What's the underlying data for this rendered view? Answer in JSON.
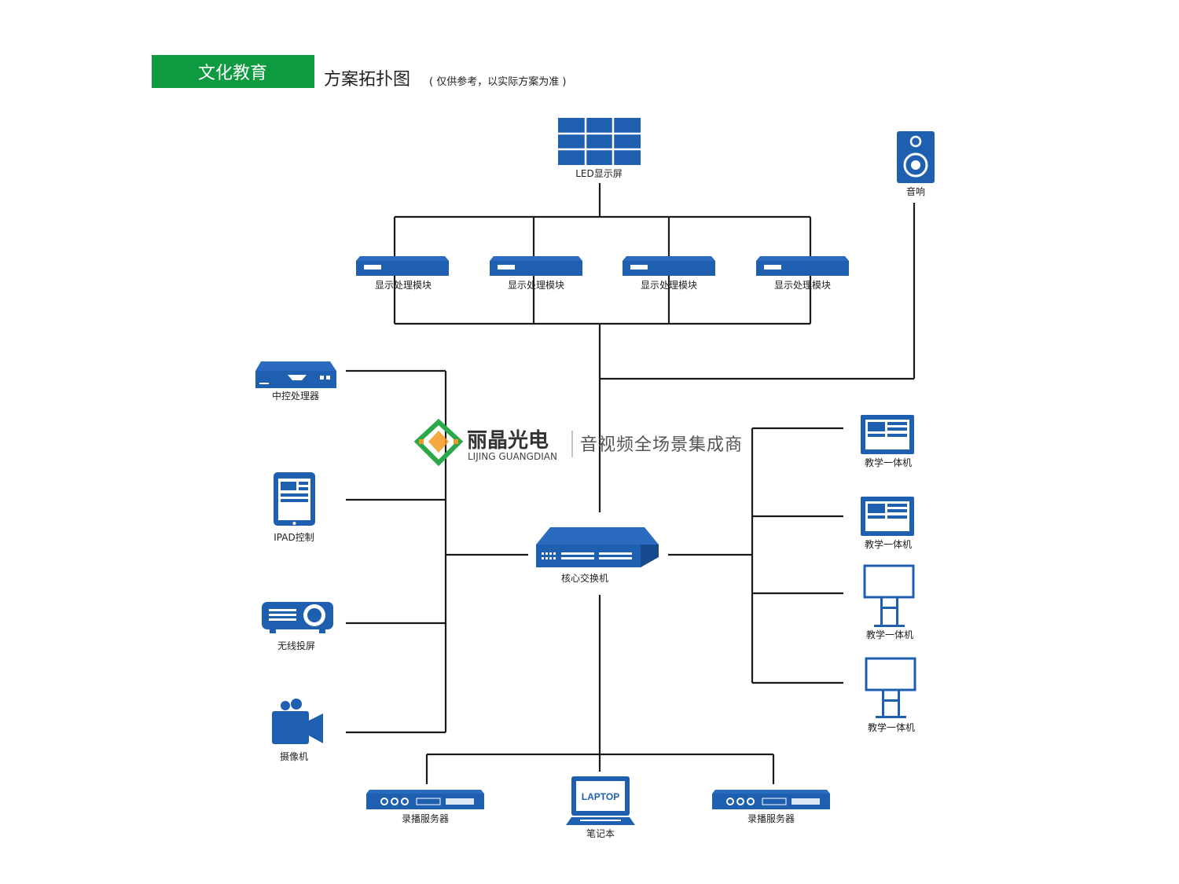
{
  "header": {
    "badge": "文化教育",
    "title": "方案拓扑图",
    "subtitle": "( 仅供参考，以实际方案为准 )",
    "badge_color": "#0e9a3e"
  },
  "watermark": {
    "brand_cn": "丽晶光电",
    "brand_en": "LIJING GUANGDIAN",
    "slogan": "音视频全场景集成商"
  },
  "nodes": {
    "led": "LED显示屏",
    "speaker": "音响",
    "proc1": "显示处理模块",
    "proc2": "显示处理模块",
    "proc3": "显示处理模块",
    "proc4": "显示处理模块",
    "central_ctrl": "中控处理器",
    "ipad": "IPAD控制",
    "projector": "无线投屏",
    "camera": "摄像机",
    "switch": "核心交换机",
    "panel1": "教学一体机",
    "panel2": "教学一体机",
    "panel3": "教学一体机",
    "panel4": "教学一体机",
    "rec1": "录播服务器",
    "laptop": "笔记本",
    "laptop_screen": "LAPTOP",
    "rec2": "录播服务器"
  },
  "colors": {
    "device_blue": "#1f5fb0",
    "line": "#1a1a1a",
    "logo_green": "#2aa84a",
    "logo_orange": "#f39a1e"
  }
}
